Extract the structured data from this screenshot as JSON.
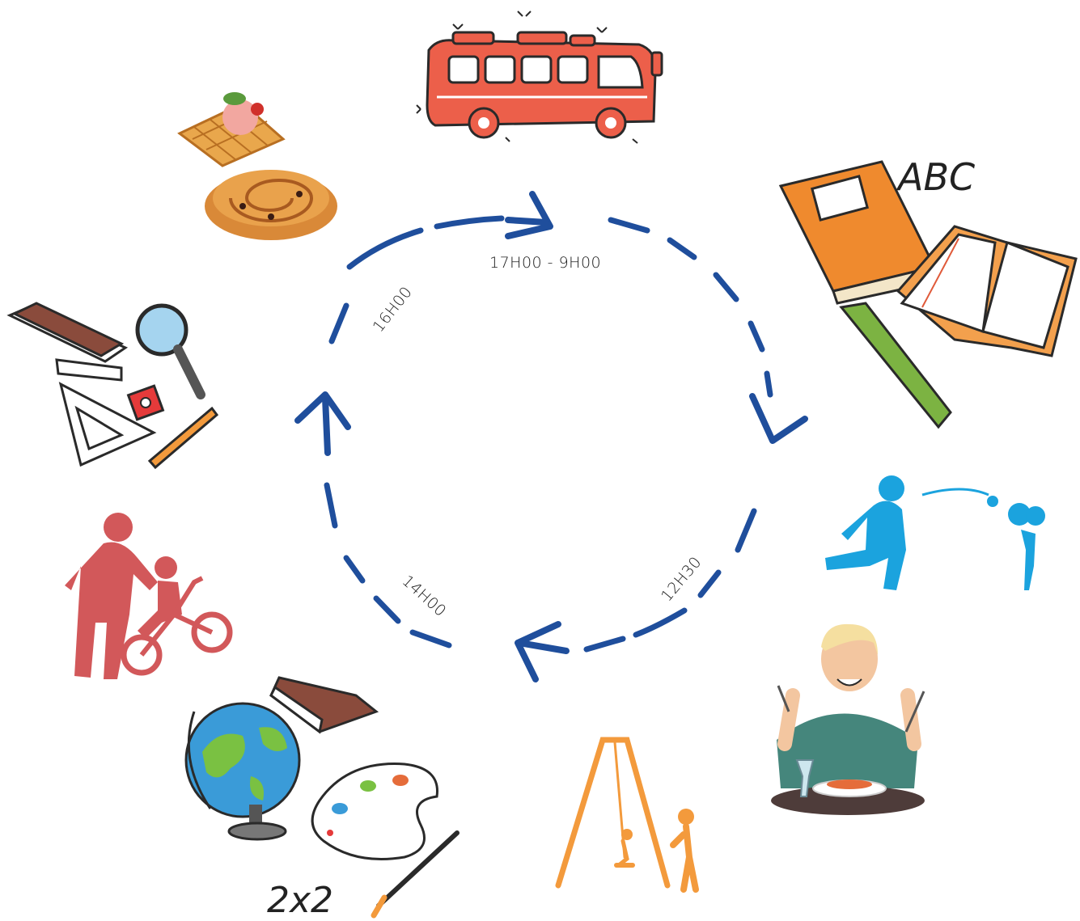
{
  "cycle": {
    "labels": {
      "top": "17H00 - 9H00",
      "right_bottom": "12H30",
      "left_bottom": "14H00",
      "left_top": "16H00"
    },
    "colors": {
      "arrow": "#1f4e9c",
      "bus": "#ec5f4a",
      "books": "#ef8a2e",
      "blue_figures": "#1ba3de",
      "red_figures": "#d2585a",
      "swing": "#f39a3c",
      "diner_shirt": "#45867c"
    }
  },
  "illustrations": [
    {
      "icon": "bus-icon"
    },
    {
      "icon": "books-abc-icon",
      "text": "ABC"
    },
    {
      "icon": "children-playing-ball-icon"
    },
    {
      "icon": "person-eating-icon"
    },
    {
      "icon": "swing-icon"
    },
    {
      "icon": "globe-palette-icon",
      "text": "2x2"
    },
    {
      "icon": "parent-child-bicycle-icon"
    },
    {
      "icon": "school-supplies-icon"
    },
    {
      "icon": "waffle-pastry-icon"
    }
  ]
}
